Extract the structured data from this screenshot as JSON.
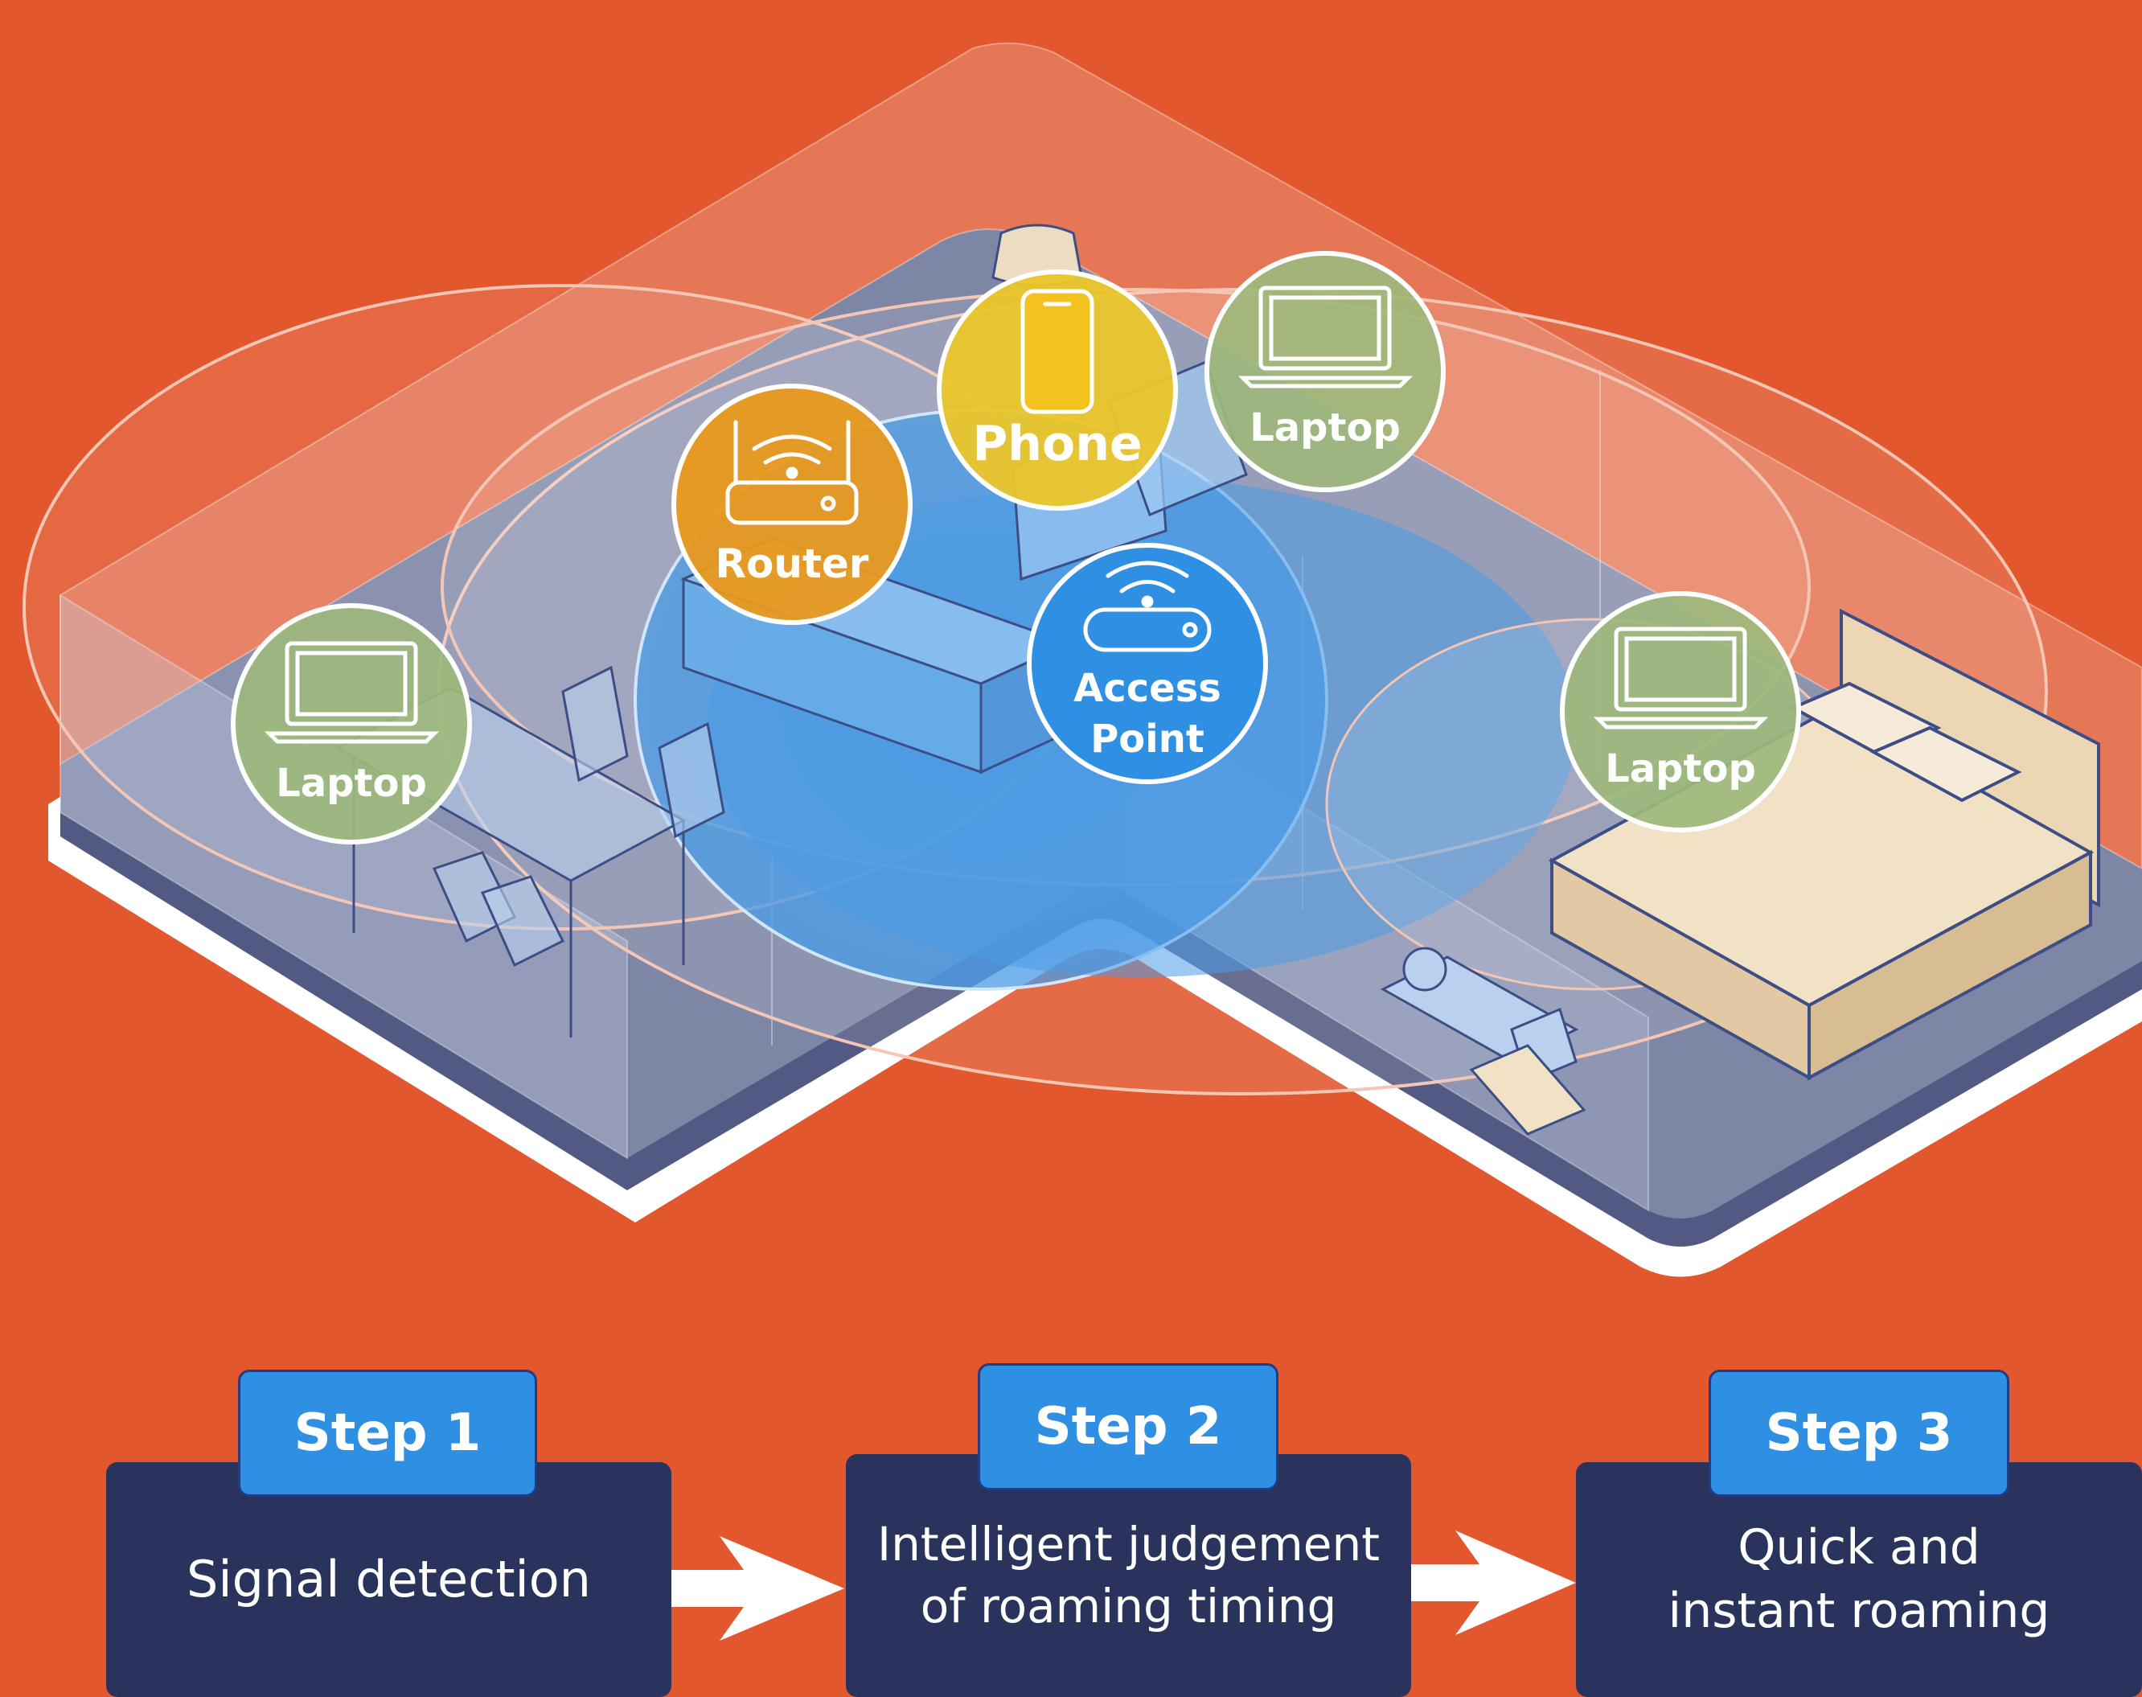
{
  "devices": {
    "laptop_left": {
      "label": "Laptop",
      "icon": "laptop-icon",
      "color": "#9DB97C"
    },
    "router": {
      "label": "Router",
      "icon": "router-icon",
      "color": "#E9991E"
    },
    "phone": {
      "label": "Phone",
      "icon": "phone-icon",
      "color": "#EBC62A"
    },
    "laptop_top": {
      "label": "Laptop",
      "icon": "laptop-icon",
      "color": "#9DB97C"
    },
    "access_point": {
      "label_line1": "Access",
      "label_line2": "Point",
      "icon": "access-point-icon",
      "color": "#2F8FE3"
    },
    "laptop_right": {
      "label": "Laptop",
      "icon": "laptop-icon",
      "color": "#9DB97C"
    }
  },
  "steps": [
    {
      "tab": "Step 1",
      "text": "Signal detection"
    },
    {
      "tab": "Step 2",
      "text_line1": "Intelligent judgement",
      "text_line2": "of roaming timing"
    },
    {
      "tab": "Step 3",
      "text_line1": "Quick and",
      "text_line2": "instant roaming"
    }
  ],
  "colors": {
    "background": "#E2572D",
    "step_box": "#2A335C",
    "step_tab": "#2F8FE3",
    "wifi_zone": "#4A9BE6",
    "device_border": "#ffffff"
  }
}
